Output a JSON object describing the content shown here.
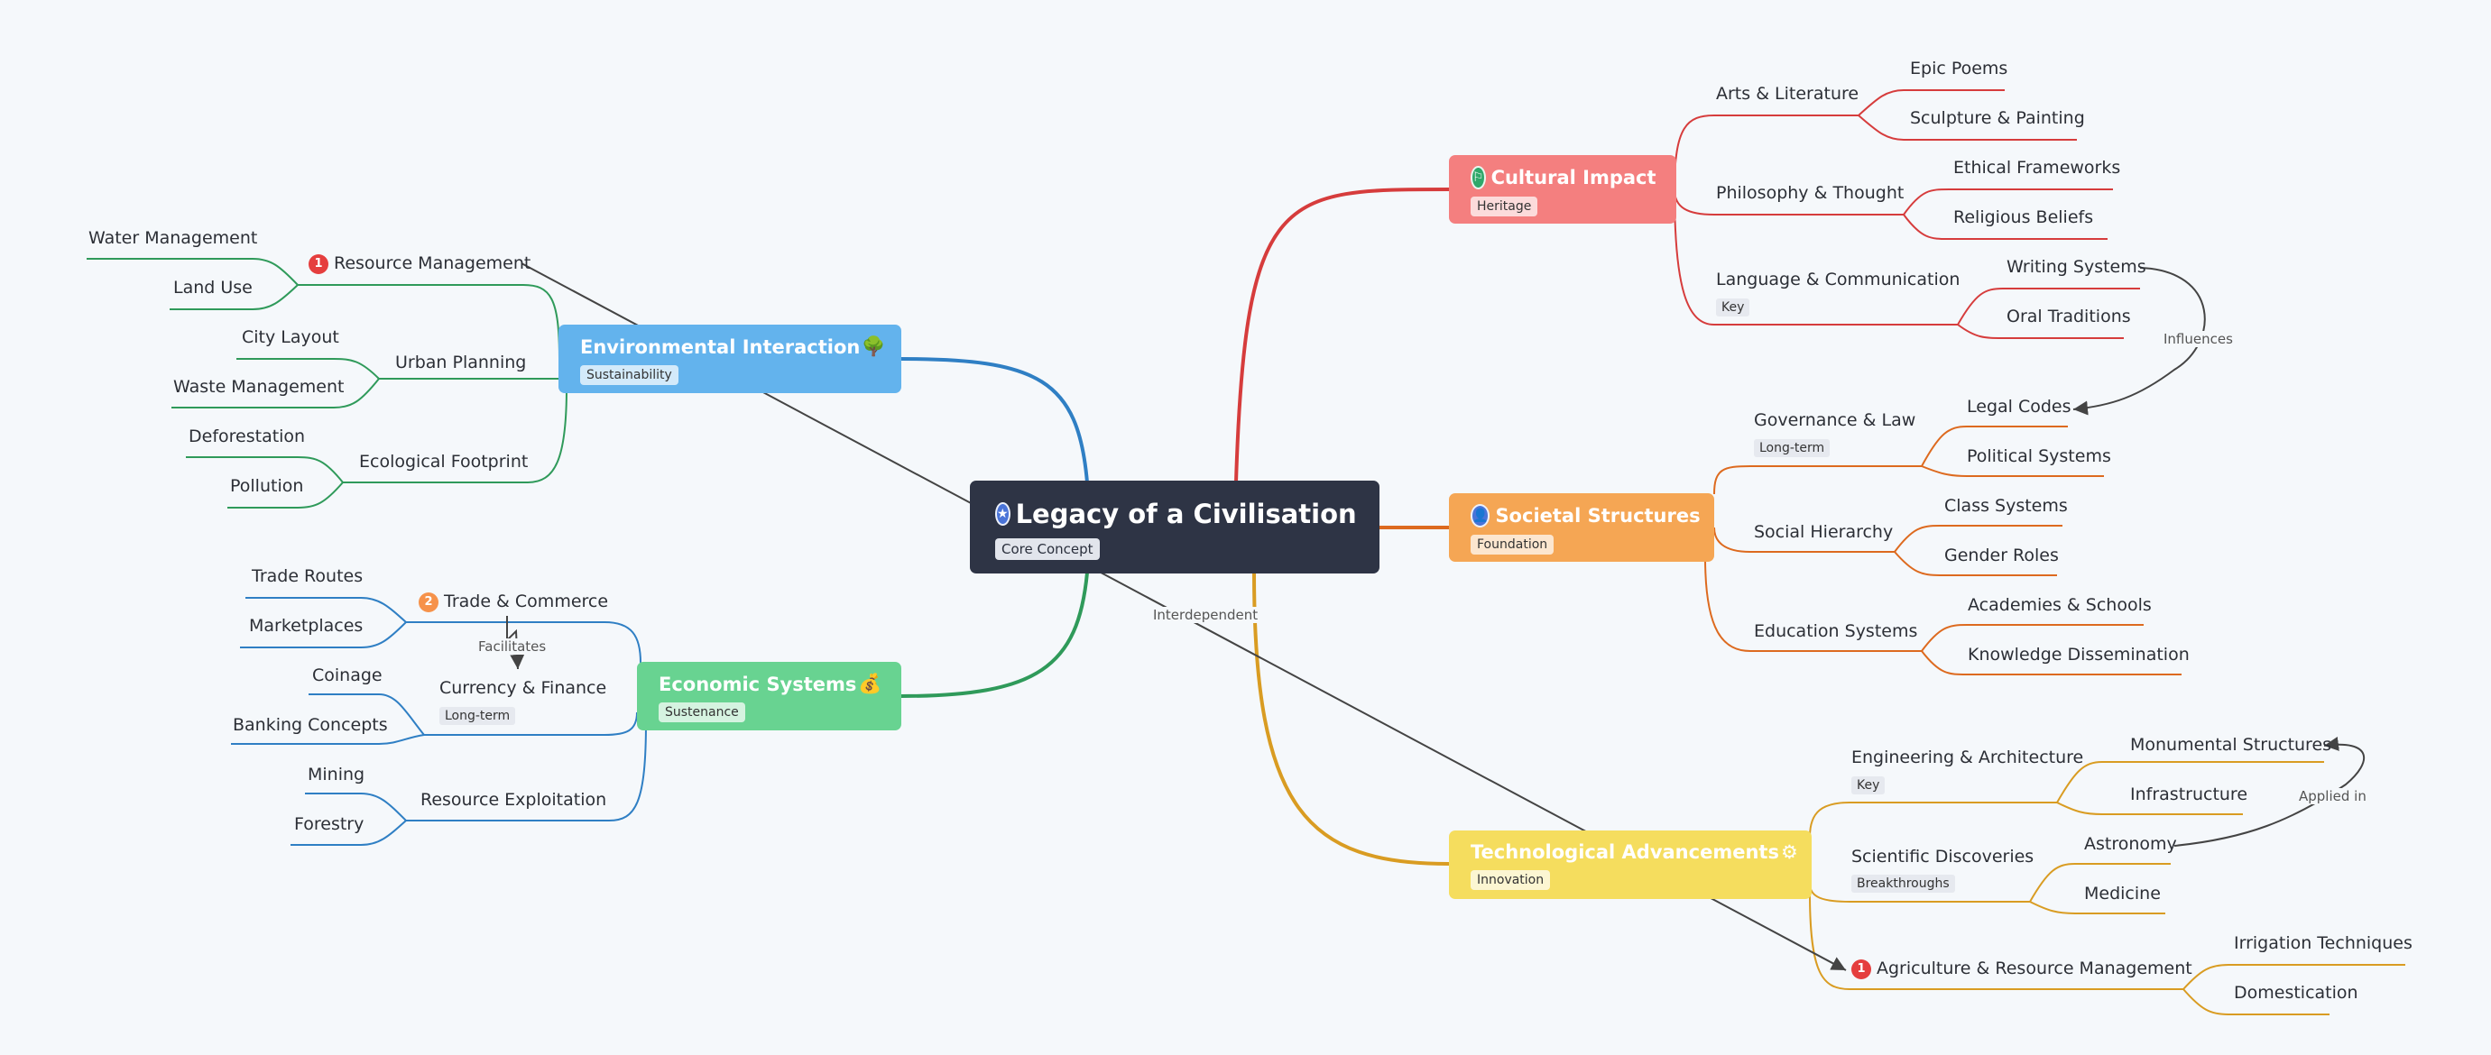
{
  "central": {
    "title": "Legacy of a Civilisation",
    "tag": "Core Concept",
    "icon": "star-icon"
  },
  "branches": {
    "cultural": {
      "title": "Cultural Impact",
      "tag": "Heritage",
      "icon": "flag-icon",
      "color": "#f47f7f",
      "line": "#d63c3c"
    },
    "societal": {
      "title": "Societal Structures",
      "tag": "Foundation",
      "icon": "person-icon",
      "color": "#f5a654",
      "line": "#dd6a1f"
    },
    "tech": {
      "title": "Technological Advancements",
      "emoji": "⚙",
      "tag": "Innovation",
      "color": "#f5dd5e",
      "line": "#d99c22"
    },
    "env": {
      "title": "Environmental Interaction",
      "emoji": "🌳",
      "tag": "Sustainability",
      "color": "#63b3ed",
      "line": "#2f7fc4"
    },
    "econ": {
      "title": "Economic Systems",
      "emoji": "💰",
      "tag": "Sustenance",
      "color": "#68d391",
      "line": "#2f9a5a"
    }
  },
  "cultural": {
    "arts": "Arts & Literature",
    "epic": "Epic Poems",
    "sculpture": "Sculpture & Painting",
    "philosophy": "Philosophy & Thought",
    "ethical": "Ethical Frameworks",
    "religious": "Religious Beliefs",
    "language": "Language & Communication",
    "language_tag": "Key",
    "writing": "Writing Systems",
    "oral": "Oral Traditions"
  },
  "societal": {
    "governance": "Governance & Law",
    "governance_tag": "Long-term",
    "legal": "Legal Codes",
    "political": "Political Systems",
    "hierarchy": "Social Hierarchy",
    "class": "Class Systems",
    "gender": "Gender Roles",
    "education": "Education Systems",
    "academies": "Academies & Schools",
    "knowledge": "Knowledge Dissemination"
  },
  "tech": {
    "engineering": "Engineering & Architecture",
    "engineering_tag": "Key",
    "monumental": "Monumental Structures",
    "infrastructure": "Infrastructure",
    "scientific": "Scientific Discoveries",
    "scientific_tag": "Breakthroughs",
    "astronomy": "Astronomy",
    "medicine": "Medicine",
    "agriculture": "Agriculture & Resource Management",
    "agriculture_badge": "1",
    "irrigation": "Irrigation Techniques",
    "domestication": "Domestication"
  },
  "env": {
    "resource": "Resource Management",
    "resource_badge": "1",
    "water": "Water Management",
    "land": "Land Use",
    "urban": "Urban Planning",
    "city": "City Layout",
    "waste": "Waste Management",
    "eco": "Ecological Footprint",
    "deforestation": "Deforestation",
    "pollution": "Pollution"
  },
  "econ": {
    "trade": "Trade & Commerce",
    "trade_badge": "2",
    "routes": "Trade Routes",
    "markets": "Marketplaces",
    "currency": "Currency & Finance",
    "currency_tag": "Long-term",
    "coinage": "Coinage",
    "banking": "Banking Concepts",
    "exploitation": "Resource Exploitation",
    "mining": "Mining",
    "forestry": "Forestry"
  },
  "connectors": {
    "influences": "Influences",
    "interdependent": "Interdependent",
    "facilitates": "Facilitates",
    "applied": "Applied in"
  }
}
